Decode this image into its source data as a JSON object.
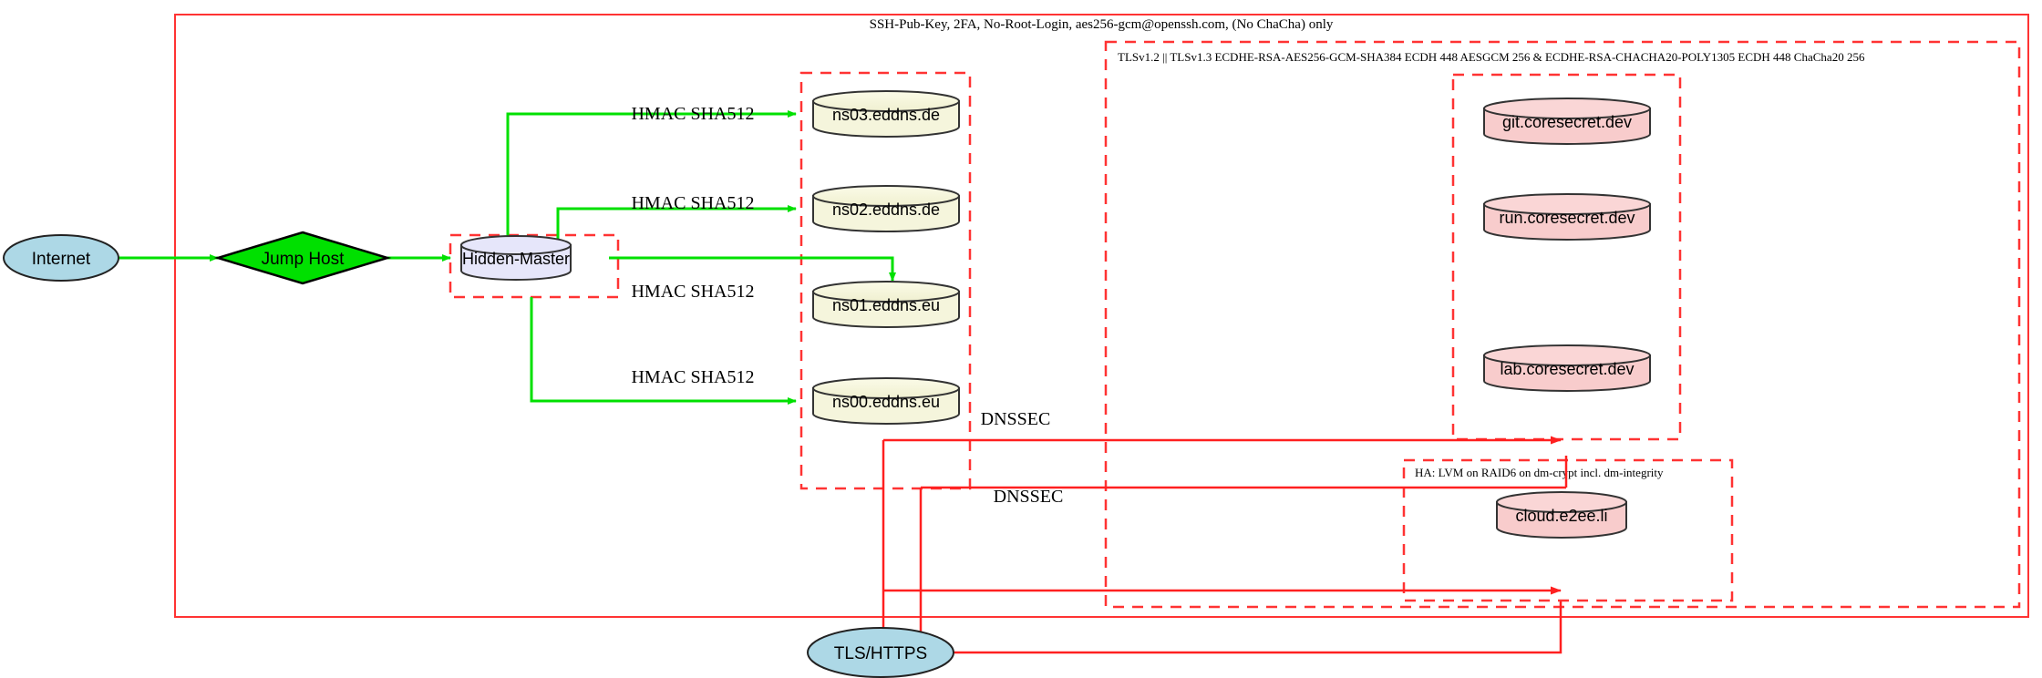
{
  "diagram": {
    "title_label": "SSH-Pub-Key, 2FA, No-Root-Login, aes256-gcm@openssh.com, (No ChaCha) only",
    "tls_label": "TLSv1.2 || TLSv1.3 ECDHE-RSA-AES256-GCM-SHA384 ECDH 448 AESGCM 256 & ECDHE-RSA-CHACHA20-POLY1305 ECDH 448 ChaCha20 256",
    "ha_label": "HA: LVM on RAID6 on dm-crypt incl. dm-integrity"
  },
  "nodes": {
    "internet": "Internet",
    "jump_host": "Jump Host",
    "hidden_master": "Hidden-Master",
    "tls_https": "TLS/HTTPS",
    "ns03": "ns03.eddns.de",
    "ns02": "ns02.eddns.de",
    "ns01": "ns01.eddns.eu",
    "ns00": "ns00.eddns.eu",
    "git": "git.coresecret.dev",
    "run": "run.coresecret.dev",
    "lab": "lab.coresecret.dev",
    "cloud": "cloud.e2ee.li"
  },
  "edges": {
    "hmac_ns03": "HMAC SHA512",
    "hmac_ns02": "HMAC SHA512",
    "hmac_ns01": "HMAC SHA512",
    "hmac_ns00": "HMAC SHA512",
    "dnssec_upper": "DNSSEC",
    "dnssec_lower": "DNSSEC"
  },
  "colors": {
    "boundary_red": "#ff3333",
    "edge_green": "#00e000",
    "edge_red": "#ff2020",
    "internet_fill": "#add8e6",
    "jump_fill": "#00e000",
    "master_fill": "#e6e6fa",
    "dns_fill": "#f5f5dc",
    "service_fill": "#f8cccc",
    "stroke_dark": "#333333"
  }
}
